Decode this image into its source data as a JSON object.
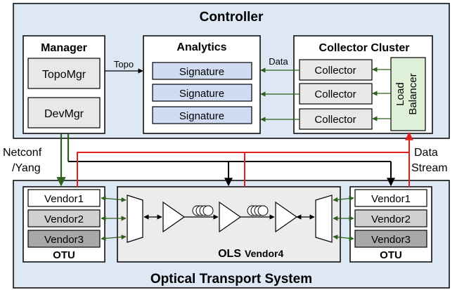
{
  "controller": {
    "title": "Controller",
    "manager": {
      "title": "Manager",
      "items": [
        "TopoMgr",
        "DevMgr"
      ]
    },
    "analytics": {
      "title": "Analytics",
      "items": [
        "Signature",
        "Signature",
        "Signature"
      ]
    },
    "collector_cluster": {
      "title": "Collector Cluster",
      "collectors": [
        "Collector",
        "Collector",
        "Collector"
      ],
      "load_balancer": [
        "Load",
        "Balancer"
      ]
    },
    "topo_label": "Topo",
    "data_label": "Data"
  },
  "links": {
    "netconf": [
      "Netconf",
      "/Yang"
    ],
    "data_stream": [
      "Data",
      "Stream"
    ]
  },
  "ots": {
    "title": "Optical Transport System",
    "otu_left": {
      "label": "OTU",
      "vendors": [
        "Vendor1",
        "Vendor2",
        "Vendor3"
      ]
    },
    "otu_right": {
      "label": "OTU",
      "vendors": [
        "Vendor1",
        "Vendor2",
        "Vendor3"
      ]
    },
    "ols": {
      "label": "OLS",
      "vendor": "Vendor4"
    }
  },
  "colors": {
    "panel_fill": "#dde8f4",
    "signature_fill": "#cfdcf2",
    "load_balancer_fill": "#dff0d8",
    "vendor2_fill": "#d0d0d0",
    "vendor3_fill": "#a8a8a8",
    "ols_fill": "#ececec",
    "control_line": "#2f5f1f",
    "data_line": "#e02020"
  }
}
